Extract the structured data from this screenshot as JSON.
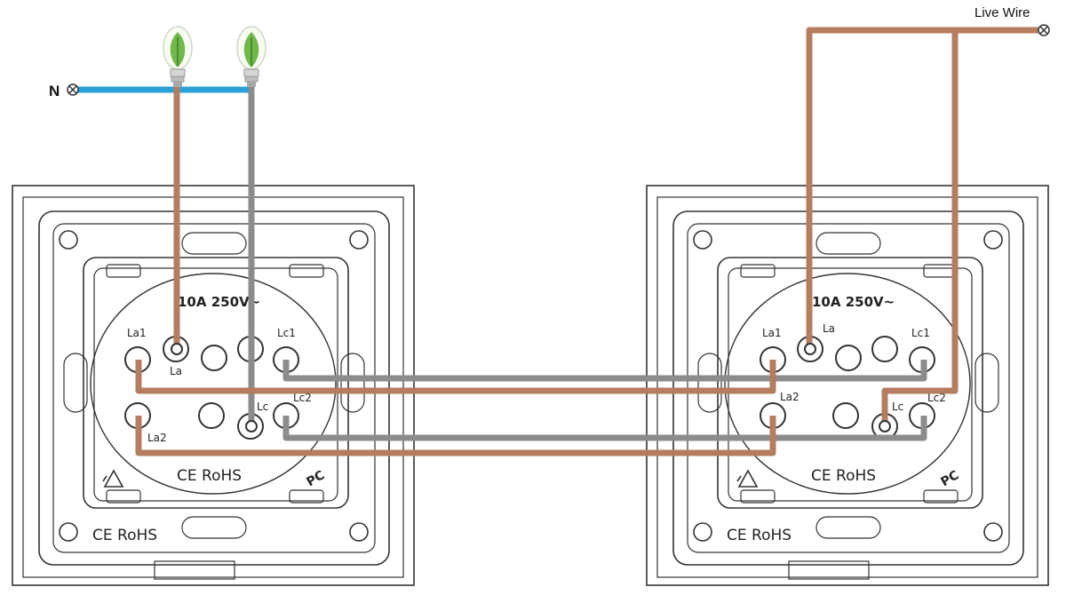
{
  "labels": {
    "neutral": "N",
    "live_wire": "Live Wire"
  },
  "switch_left": {
    "rating": "10A 250V~",
    "inner_marks": "CE RoHS",
    "outer_marks": "CE RoHS",
    "brand": "PC",
    "terminals": {
      "la1": "La1",
      "la": "La",
      "lc1": "Lc1",
      "la2": "La2",
      "lc": "Lc",
      "lc2": "Lc2"
    }
  },
  "switch_right": {
    "rating": "10A 250V~",
    "inner_marks": "CE RoHS",
    "outer_marks": "CE RoHS",
    "brand": "PC",
    "terminals": {
      "la1": "La1",
      "la": "La",
      "lc1": "Lc1",
      "la2": "La2",
      "lc": "Lc",
      "lc2": "Lc2"
    }
  },
  "colors": {
    "live_brown": "#b57d5f",
    "switched_gray": "#8c8c8e",
    "neutral_blue": "#2aa0d8",
    "bulb_green": "#6fb84a",
    "outline": "#333333"
  }
}
